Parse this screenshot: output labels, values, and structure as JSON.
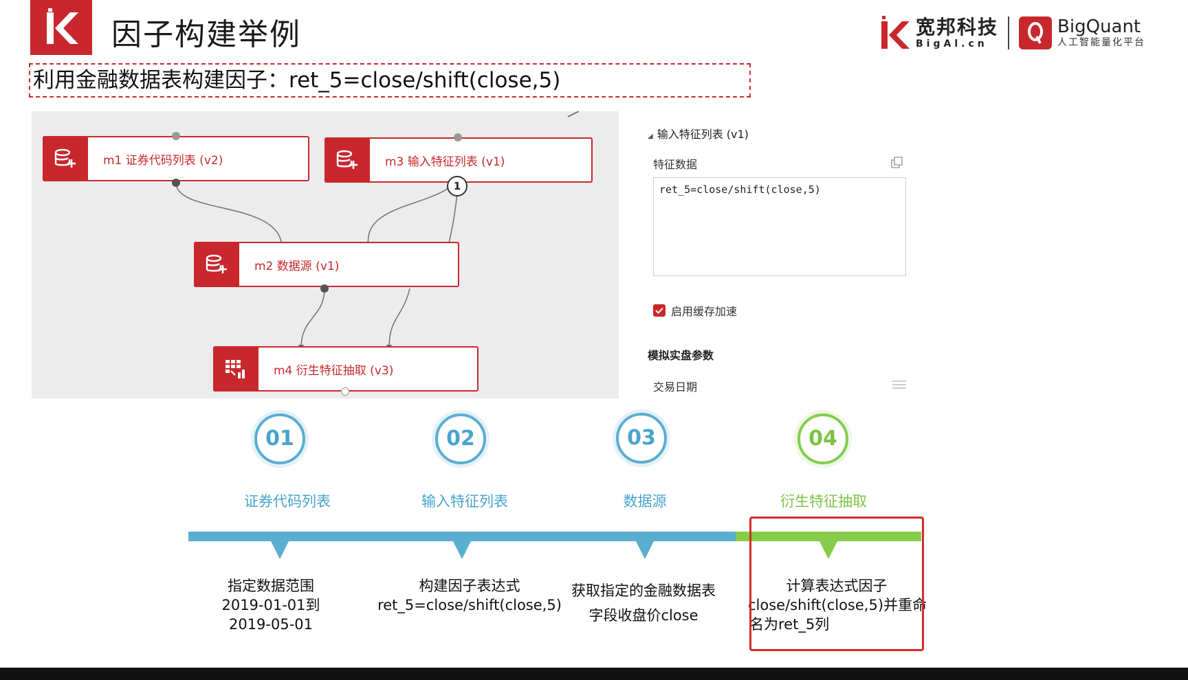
{
  "header": {
    "title": "因子构建举例",
    "brand_cn": "宽邦科技",
    "brand_en": "BigAl.cn",
    "bq_name": "BigQuant",
    "bq_tagline": "人工智能量化平台"
  },
  "subtitle": "利用金融数据表构建因子：ret_5=close/shift(close,5)",
  "canvas": {
    "nodes": [
      {
        "label": "m1 证券代码列表 (v2)"
      },
      {
        "label": "m3 输入特征列表 (v1)"
      },
      {
        "label": "m2 数据源 (v1)"
      },
      {
        "label": "m4 衍生特征抽取 (v3)"
      }
    ],
    "port_badge": "1"
  },
  "panel": {
    "title": "输入特征列表 (v1)",
    "field_label": "特征数据",
    "expression": "ret_5=close/shift(close,5)",
    "cache_label": "启用缓存加速",
    "cache_checked": true,
    "section_label": "模拟实盘参数",
    "date_label": "交易日期"
  },
  "timeline": {
    "steps": [
      {
        "num": "01",
        "title": "证券代码列表",
        "desc": [
          "指定数据范围",
          "2019-01-01到",
          "2019-05-01"
        ],
        "color": "#5aaed0"
      },
      {
        "num": "02",
        "title": "输入特征列表",
        "desc": [
          "构建因子表达式",
          "ret_5=close/shift(close,5)"
        ],
        "color": "#5aaed0"
      },
      {
        "num": "03",
        "title": "数据源",
        "desc": [
          "获取指定的金融数据表",
          "字段收盘价close"
        ],
        "color": "#5aaed0"
      },
      {
        "num": "04",
        "title": "衍生特征抽取",
        "desc": [
          "计算表达式因子",
          "close/shift(close,5)并重命",
          "名为ret_5列"
        ],
        "color": "#86cc4a"
      }
    ]
  }
}
